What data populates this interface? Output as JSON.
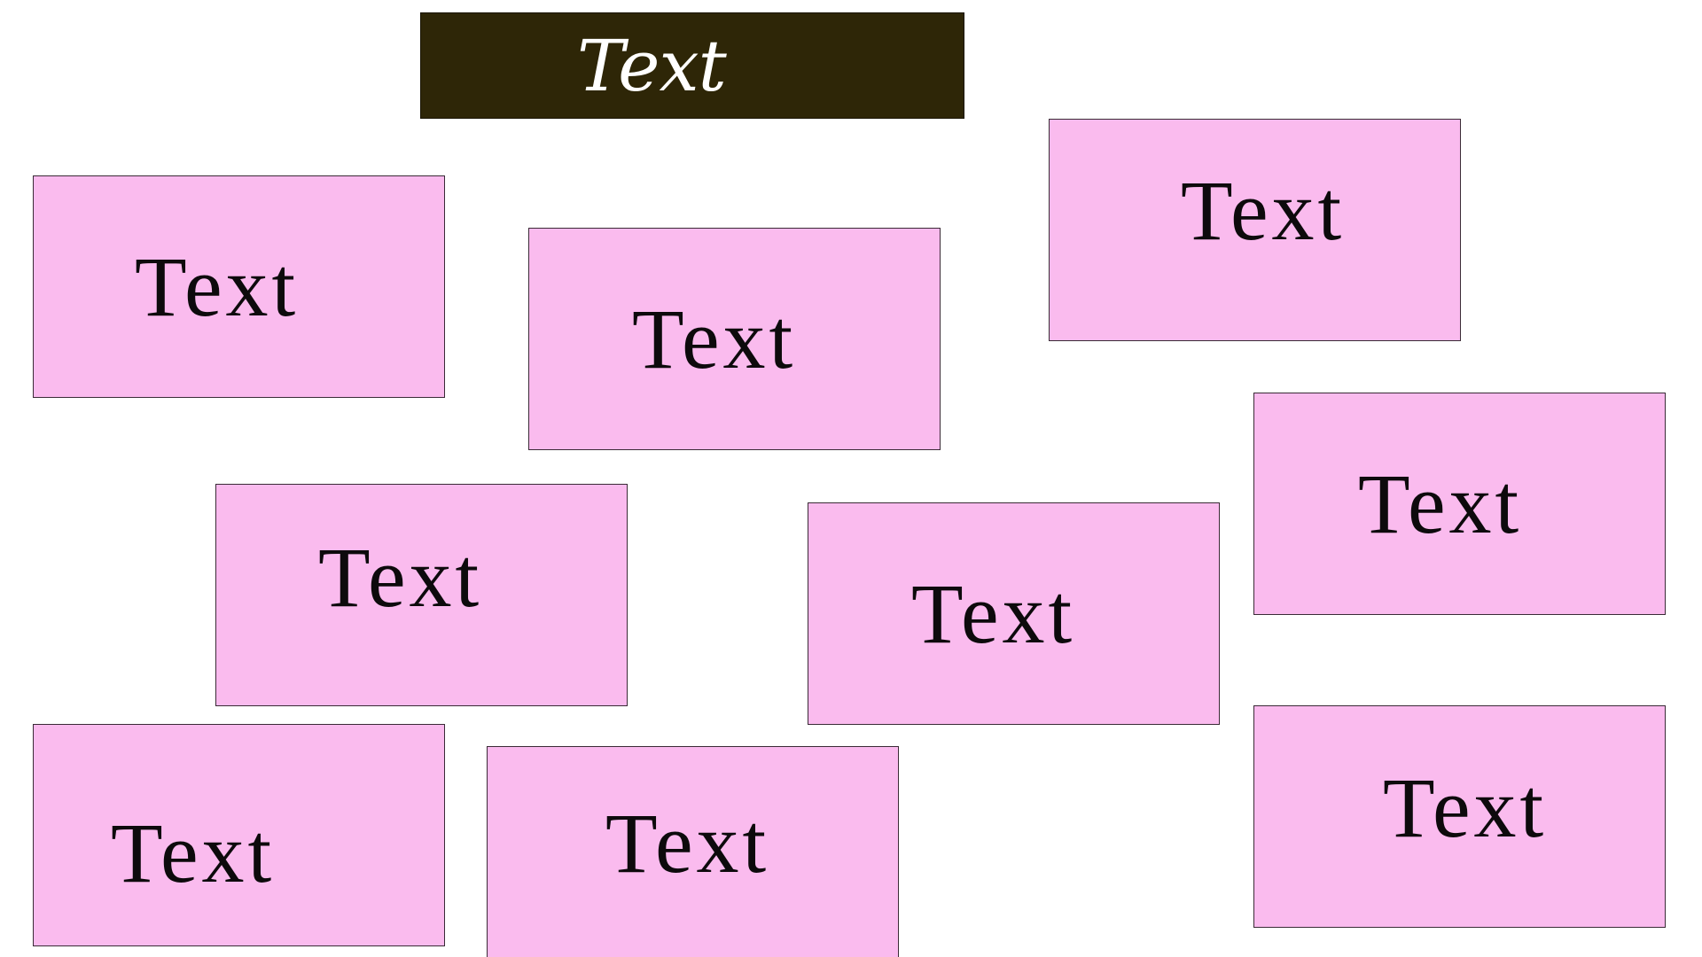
{
  "title": {
    "text": "Text",
    "background": "#2e2607",
    "color": "#ffffff"
  },
  "colors": {
    "card_fill": "#fabbee",
    "card_border": "#3a2a36",
    "page_bg": "#ffffff"
  },
  "cards": [
    {
      "text": "Text"
    },
    {
      "text": "Text"
    },
    {
      "text": "Text"
    },
    {
      "text": "Text"
    },
    {
      "text": "Text"
    },
    {
      "text": "Text"
    },
    {
      "text": "Text"
    },
    {
      "text": "Text"
    },
    {
      "text": "Text"
    }
  ]
}
